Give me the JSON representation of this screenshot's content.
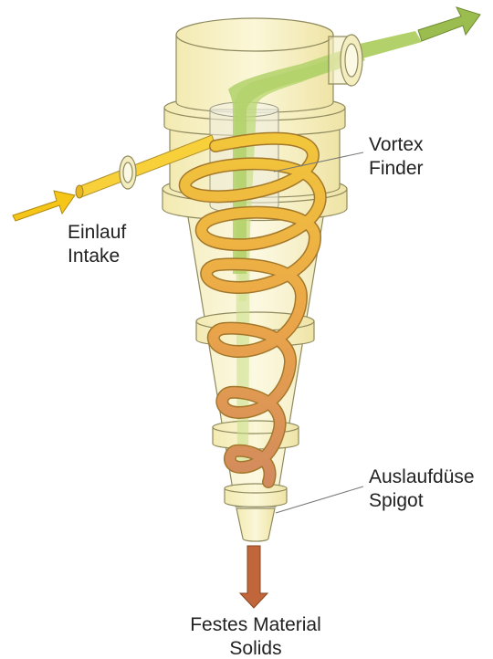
{
  "labels": {
    "vortex_finder": {
      "line1": "Vortex",
      "line2": "Finder"
    },
    "intake": {
      "line1": "Einlauf",
      "line2": "Intake"
    },
    "spigot": {
      "line1": "Auslaufdüse",
      "line2": "Spigot"
    },
    "solids": {
      "line1": "Festes Material",
      "line2": "Solids"
    }
  },
  "colors": {
    "body_fill": "#f8f3c4",
    "body_stroke": "#8f8a5e",
    "spiral_top": "#f1c232",
    "spiral_bottom": "#d9905a",
    "overflow_green": "#b6d66a",
    "intake_yellow": "#f5c518",
    "solids_brown": "#c0663a",
    "leader_line": "#777777"
  }
}
